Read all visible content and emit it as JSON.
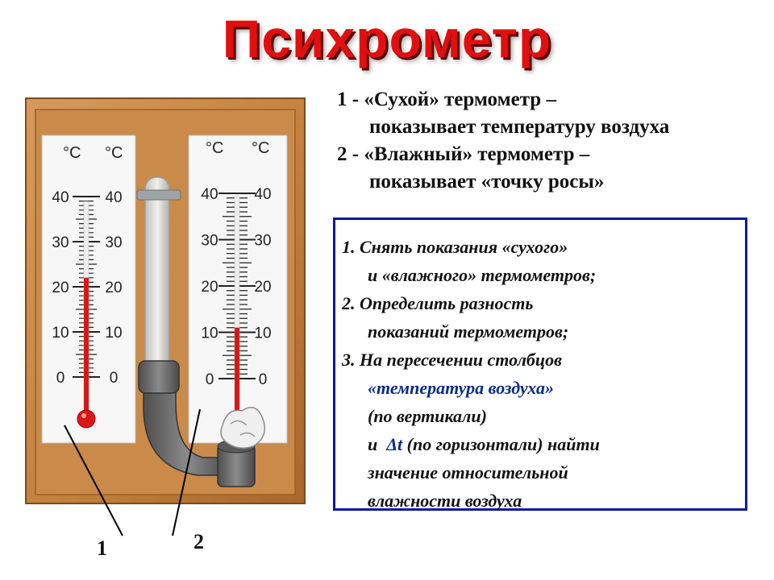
{
  "title": "Психрометр",
  "legend": {
    "item1_line1": "1 - «Сухой» термометр –",
    "item1_line2": "показывает температуру воздуха",
    "item2_line1": "2 - «Влажный» термометр –",
    "item2_line2": "показывает «точку росы»"
  },
  "instructions": {
    "s1_line1": "1. Снять показания «сухого»",
    "s1_line2": "и «влажного» термометров;",
    "s2_line1": "2. Определить разность",
    "s2_line2": "показаний термометров;",
    "s3_line1": "3. На пересечении столбцов",
    "s3_line2": "«температура воздуха»",
    "s3_line3": "(по вертикали)",
    "s3_line4_prefix": "и",
    "s3_delta": "Δt",
    "s3_line4_rest": "(по горизонтали) найти",
    "s3_line5": "значение относительной",
    "s3_line6": "влажности воздуха"
  },
  "thermometer": {
    "unit": "°C",
    "ticks": [
      "40",
      "30",
      "20",
      "10",
      "0"
    ],
    "dry_reading_c": 22,
    "wet_reading_c": 11
  },
  "pointer_labels": {
    "dry": "1",
    "wet": "2"
  },
  "colors": {
    "title": "#e01010",
    "frame": "#c8844a",
    "mercury": "#d81818",
    "box_border": "#0a1a9a"
  }
}
